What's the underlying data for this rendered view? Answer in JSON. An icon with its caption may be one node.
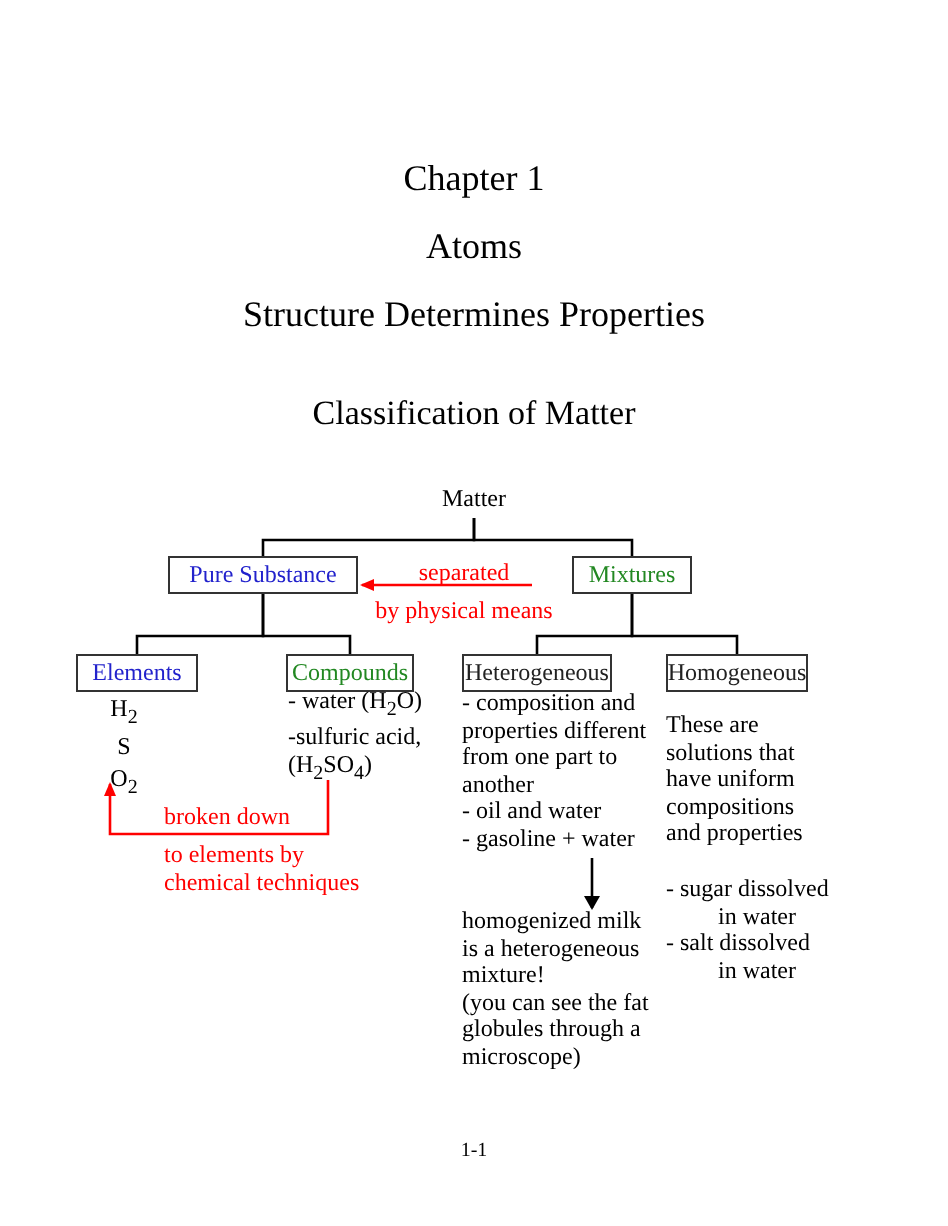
{
  "diagram": {
    "nodes": [
      {
        "text": [
          "Matter"
        ]
      },
      {
        "text": [
          "Pure Substance"
        ]
      },
      {
        "text": [
          "Mixtures"
        ]
      },
      {
        "text": [
          "Elements"
        ]
      },
      {
        "text": [
          "Compounds"
        ]
      },
      {
        "text": [
          "Heterogeneous"
        ]
      },
      {
        "text": [
          "Homogeneous"
        ]
      },
      {
        "text": [
          "H$_{2}$",
          "S",
          "O$_{2}$"
        ]
      },
      {
        "text": [
          "- water (H$_{2}$O)",
          "-sulfuric acid, (H$_{2}$SO$_{4}$)"
        ]
      },
      {
        "text": [
          "- composition and properties different from one part to another",
          "- oil and water",
          "- gasoline + water"
        ]
      },
      {
        "text": [
          "homogenized milk is a heterogeneous mixture!",
          "(you can see the fat globules through a microscope)"
        ]
      },
      {
        "text": [
          "These are solutions that have uniform compositions and properties",
          "- sugar dissolved in water",
          "- salt dissolved in water"
        ]
      }
    ],
    "edges": [
      {
        "from": 0,
        "to": 1,
        "arrow": "none"
      },
      {
        "from": 0,
        "to": 2,
        "arrow": "none"
      },
      {
        "from": 1,
        "to": 3,
        "arrow": "none"
      },
      {
        "from": 1,
        "to": 4,
        "arrow": "none"
      },
      {
        "from": 2,
        "to": 5,
        "arrow": "none"
      },
      {
        "from": 2,
        "to": 6,
        "arrow": "none"
      },
      {
        "from": 2,
        "to": 1,
        "arrow": "to",
        "label": "separated by physical means",
        "color": "#ff0000"
      },
      {
        "from": 8,
        "to": 7,
        "arrow": "to",
        "label": "broken down to elements by chemical techniques",
        "color": "#ff0000"
      },
      {
        "from": 9,
        "to": 10,
        "arrow": "to"
      }
    ],
    "labels": [
      "Chapter 1",
      "Atoms",
      "Structure Determines Properties",
      "Classification of Matter",
      "1-1"
    ]
  }
}
